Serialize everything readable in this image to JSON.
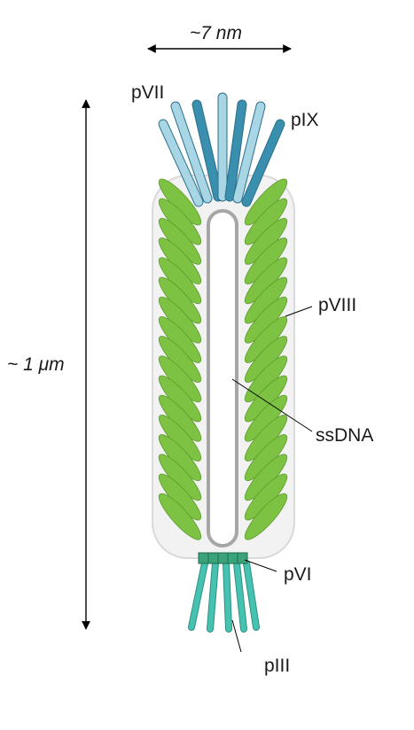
{
  "labels": {
    "width_dim": "~7 nm",
    "length_dim_prefix": "~ 1 ",
    "length_dim_unit": "μm",
    "pVII": "pVII",
    "pIX": "pIX",
    "pVIII": "pVIII",
    "ssDNA": "ssDNA",
    "pVI": "pVI",
    "pIII": "pIII"
  },
  "colors": {
    "pVIII": "#7dc242",
    "pVII": "#3a8fae",
    "pIX": "#a9d6e5",
    "pVI": "#3aa37a",
    "pIII": "#45c2b1",
    "ssDNA": "#a6a6a6",
    "capsid_outline": "#d9d9d9"
  },
  "icons": {
    "width_arrow": "double-arrow-horizontal",
    "length_arrow": "double-arrow-vertical"
  }
}
